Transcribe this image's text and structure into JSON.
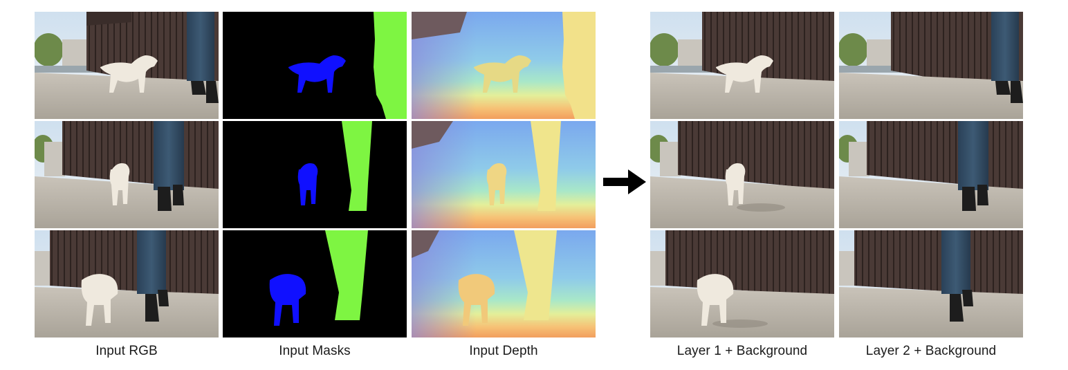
{
  "captions": {
    "input_rgb": "Input RGB",
    "input_masks": "Input Masks",
    "input_depth": "Input Depth",
    "layer1": "Layer 1 + Background",
    "layer2": "Layer 2 + Background"
  },
  "colors": {
    "mask_dog": "#1010ff",
    "mask_person": "#7ef542",
    "mask_bg": "#000000",
    "arrow": "#000000"
  },
  "icons": {
    "arrow": "right-arrow-icon"
  }
}
